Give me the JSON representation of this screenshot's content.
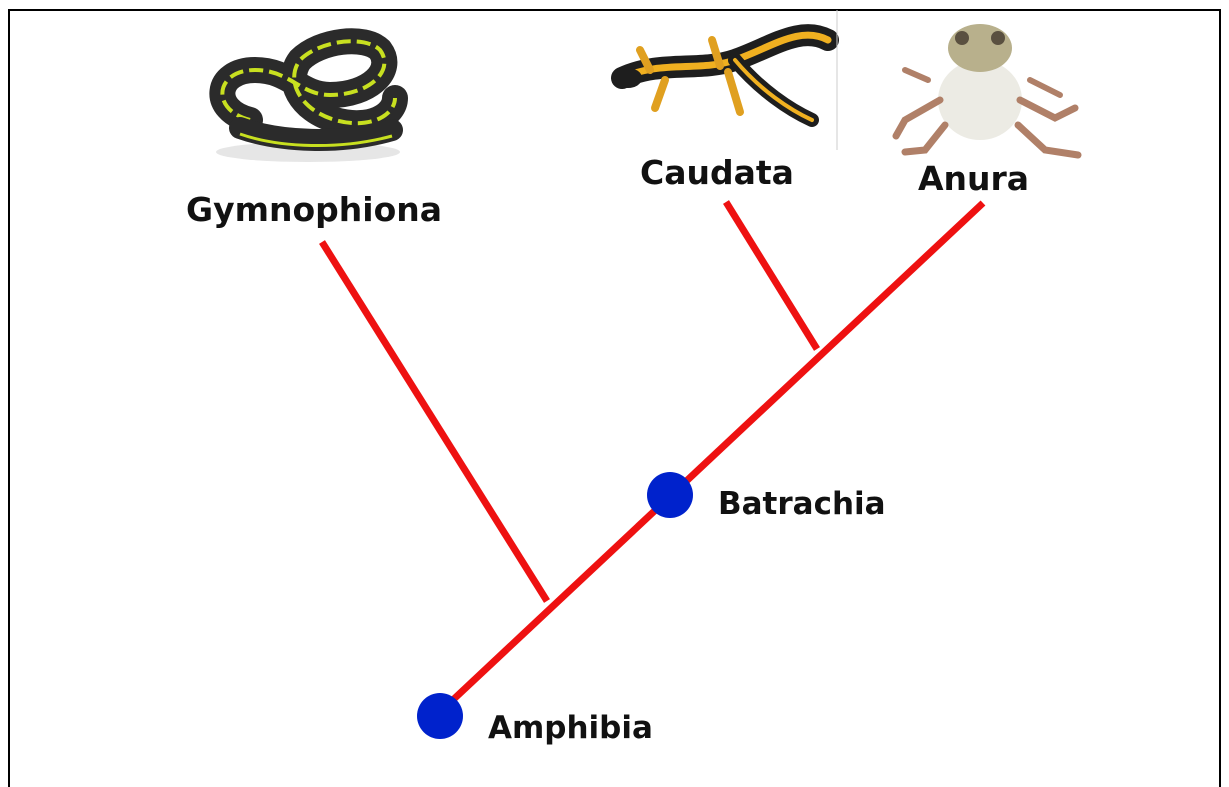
{
  "diagram": {
    "taxa": {
      "gymnophiona": "Gymnophiona",
      "caudata": "Caudata",
      "anura": "Anura"
    },
    "clades": {
      "batrachia": "Batrachia",
      "amphibia": "Amphibia"
    },
    "colors": {
      "branch": "#ee1111",
      "node": "#0022cc"
    },
    "illustrations": [
      "caecilian-illustration",
      "salamander-illustration",
      "frog-illustration"
    ]
  }
}
